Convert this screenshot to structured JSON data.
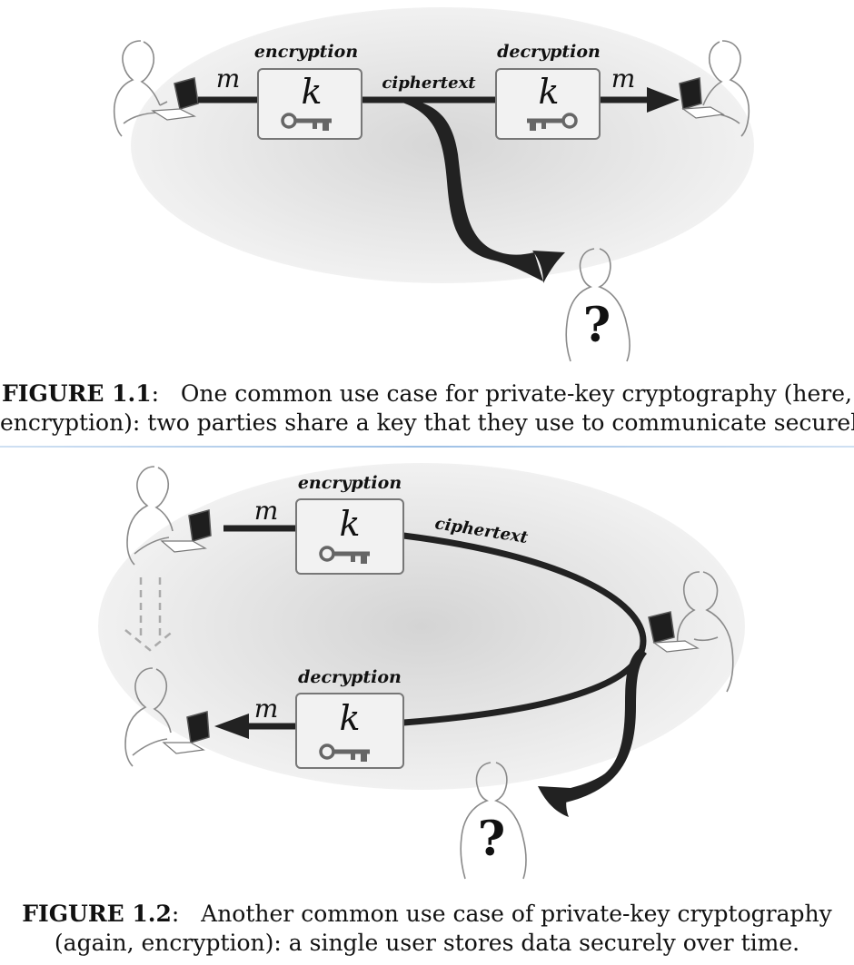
{
  "figure1": {
    "encryption_label": "encryption",
    "decryption_label": "decryption",
    "ciphertext_label": "ciphertext",
    "message_left": "m",
    "message_right": "m",
    "key_enc": "k",
    "key_dec": "k",
    "eavesdropper_mark": "?",
    "caption_label": "FIGURE 1.1",
    "caption_line1": "One common use case for private-key cryptography (here,",
    "caption_line2": "encryption): two parties share a key that they use to communicate securely."
  },
  "figure2": {
    "encryption_label": "encryption",
    "decryption_label": "decryption",
    "ciphertext_label": "ciphertext",
    "message_top": "m",
    "message_bottom": "m",
    "key_enc": "k",
    "key_dec": "k",
    "eavesdropper_mark": "?",
    "caption_label": "FIGURE 1.2",
    "caption_line1": "Another common use case of private-key cryptography",
    "caption_line2": "(again, encryption): a single user stores data securely over time."
  },
  "colors": {
    "ellipse_center": "#d9d9d9",
    "ellipse_edge": "#f0f0f0",
    "stroke": "#222222",
    "box_fill": "#f2f2f2",
    "box_border": "#777777",
    "person_outline": "#888888",
    "key_color": "#666666",
    "dashed_arrow": "#aaaaaa"
  }
}
